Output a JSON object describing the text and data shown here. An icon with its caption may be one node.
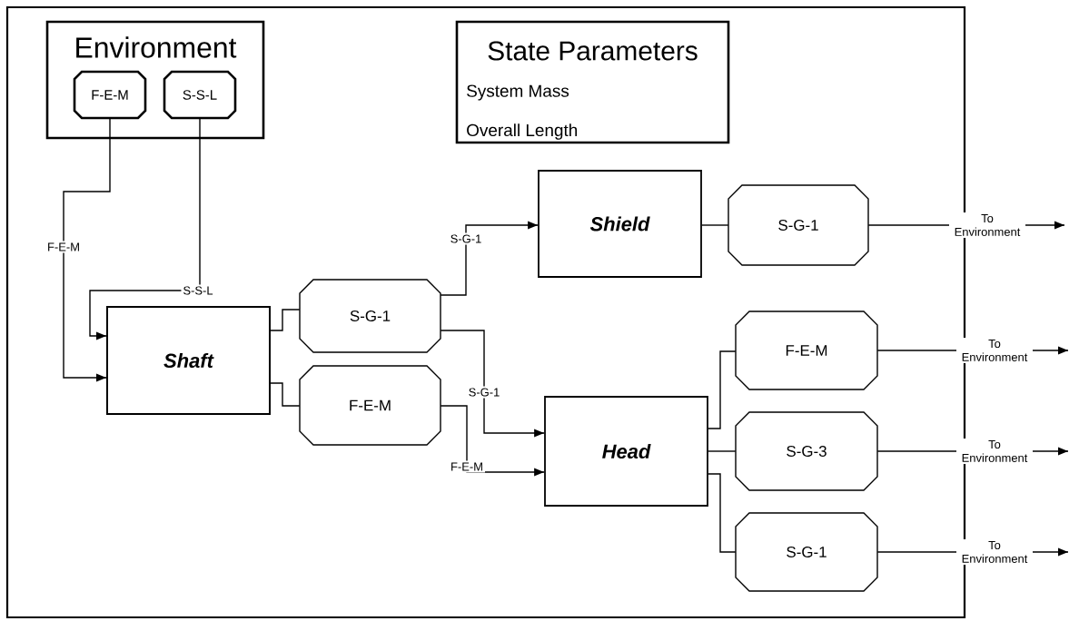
{
  "diagram": {
    "nodes": [
      {
        "text": [
          "Environment"
        ]
      },
      {
        "text": [
          "F-E-M"
        ],
        "in": 0
      },
      {
        "text": [
          "S-S-L"
        ],
        "in": 0
      },
      {
        "text": [
          "State Parameters",
          "System Mass",
          "Overall Length"
        ]
      },
      {
        "text": [
          "Shaft"
        ]
      },
      {
        "text": [
          "S-G-1"
        ]
      },
      {
        "text": [
          "F-E-M"
        ]
      },
      {
        "text": [
          "Shield"
        ]
      },
      {
        "text": [
          "Head"
        ]
      },
      {
        "text": [
          "S-G-1"
        ]
      },
      {
        "text": [
          "F-E-M"
        ]
      },
      {
        "text": [
          "S-G-3"
        ]
      },
      {
        "text": [
          "S-G-1"
        ]
      }
    ],
    "edges": [
      {
        "from": 1,
        "to": 4,
        "arrow": "to",
        "label": "F-E-M"
      },
      {
        "from": 2,
        "to": 4,
        "arrow": "to",
        "label": "S-S-L"
      },
      {
        "from": 4,
        "to": 5,
        "arrow": "none"
      },
      {
        "from": 4,
        "to": 6,
        "arrow": "none"
      },
      {
        "from": 5,
        "to": 7,
        "arrow": "to",
        "label": "S-G-1"
      },
      {
        "from": 5,
        "to": 8,
        "arrow": "to",
        "label": "S-G-1"
      },
      {
        "from": 6,
        "to": 8,
        "arrow": "to",
        "label": "F-E-M"
      },
      {
        "from": 7,
        "to": 9,
        "arrow": "none"
      },
      {
        "from": 8,
        "to": 10,
        "arrow": "none"
      },
      {
        "from": 8,
        "to": 11,
        "arrow": "none"
      },
      {
        "from": 8,
        "to": 12,
        "arrow": "none"
      },
      {
        "from": 9,
        "to": null,
        "arrow": "to",
        "label": "To Environment"
      },
      {
        "from": 10,
        "to": null,
        "arrow": "to",
        "label": "To Environment"
      },
      {
        "from": 11,
        "to": null,
        "arrow": "to",
        "label": "To Environment"
      },
      {
        "from": 12,
        "to": null,
        "arrow": "to",
        "label": "To Environment"
      }
    ]
  }
}
